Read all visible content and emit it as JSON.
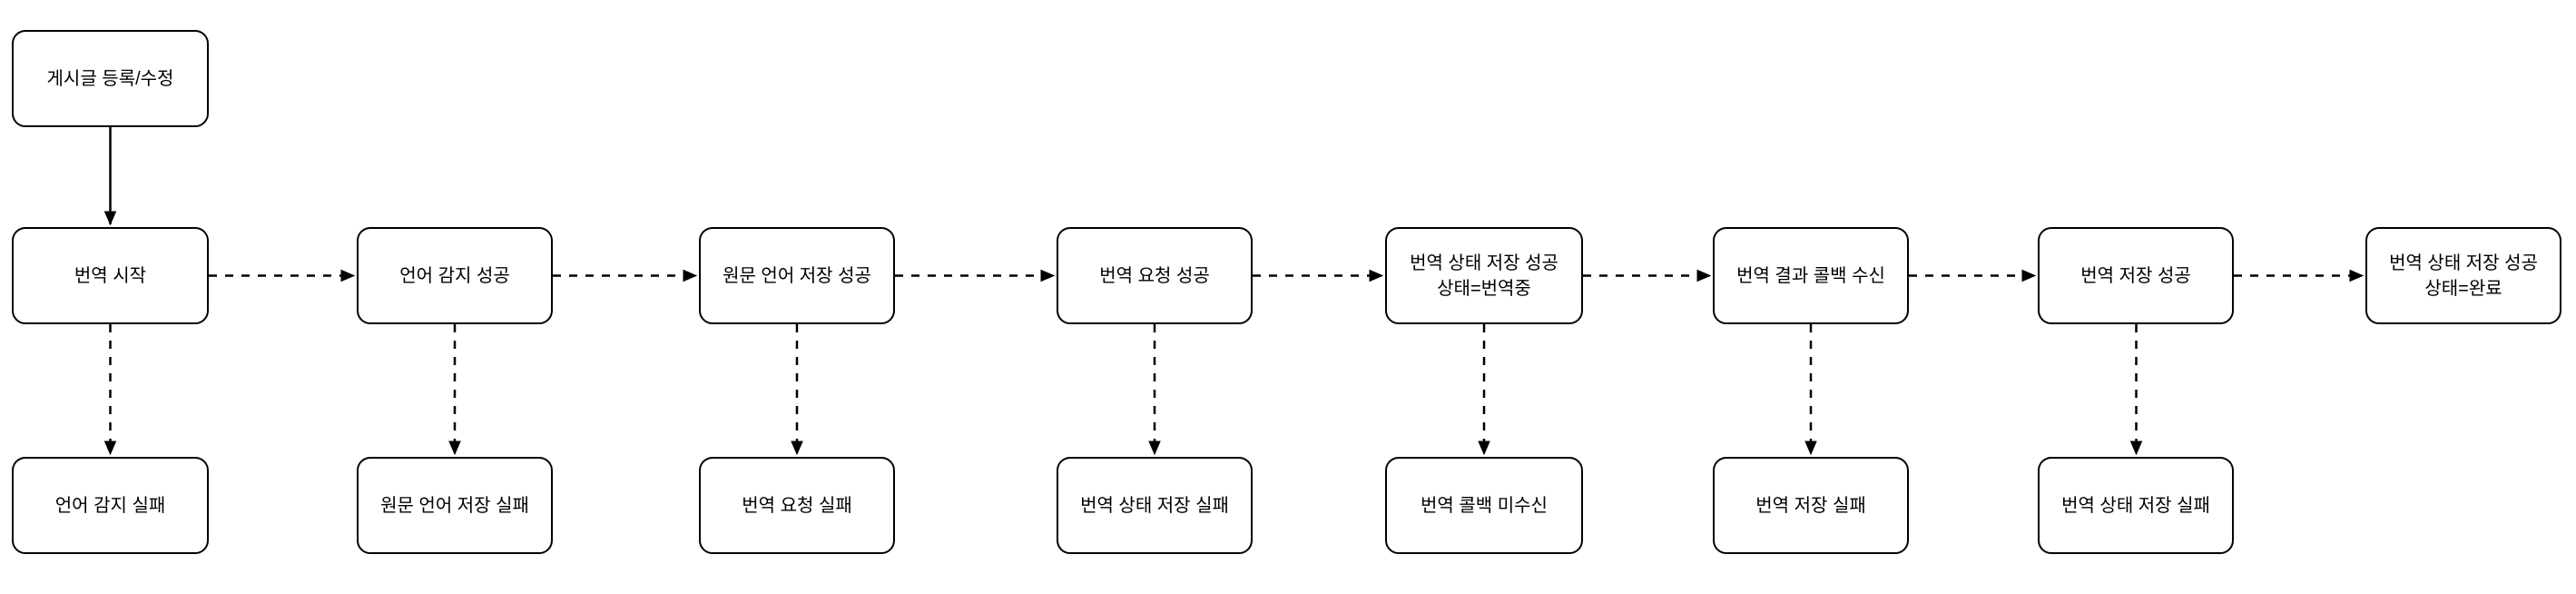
{
  "diagram": {
    "background_color": "#ffffff",
    "node_fill_color": "#ffffff",
    "node_stroke_color": "#000000",
    "text_color": "#000000",
    "start_node": {
      "label": "게시글 등록/수정"
    },
    "flow_nodes": [
      {
        "label": "번역 시작"
      },
      {
        "label": "언어 감지 성공"
      },
      {
        "label": "원문 언어 저장 성공"
      },
      {
        "label": "번역 요청 성공"
      },
      {
        "label": "번역 상태 저장 성공\n상태=번역중"
      },
      {
        "label": "번역 결과 콜백 수신"
      },
      {
        "label": "번역 저장 성공"
      },
      {
        "label": "번역 상태 저장 성공\n상태=완료"
      }
    ],
    "failure_nodes": [
      {
        "label": "언어 감지 실패"
      },
      {
        "label": "원문 언어 저장 실패"
      },
      {
        "label": "번역 요청 실패"
      },
      {
        "label": "번역 상태 저장 실패"
      },
      {
        "label": "번역 콜백 미수신"
      },
      {
        "label": "번역 저장 실패"
      },
      {
        "label": "번역 상태 저장 실패"
      }
    ]
  }
}
